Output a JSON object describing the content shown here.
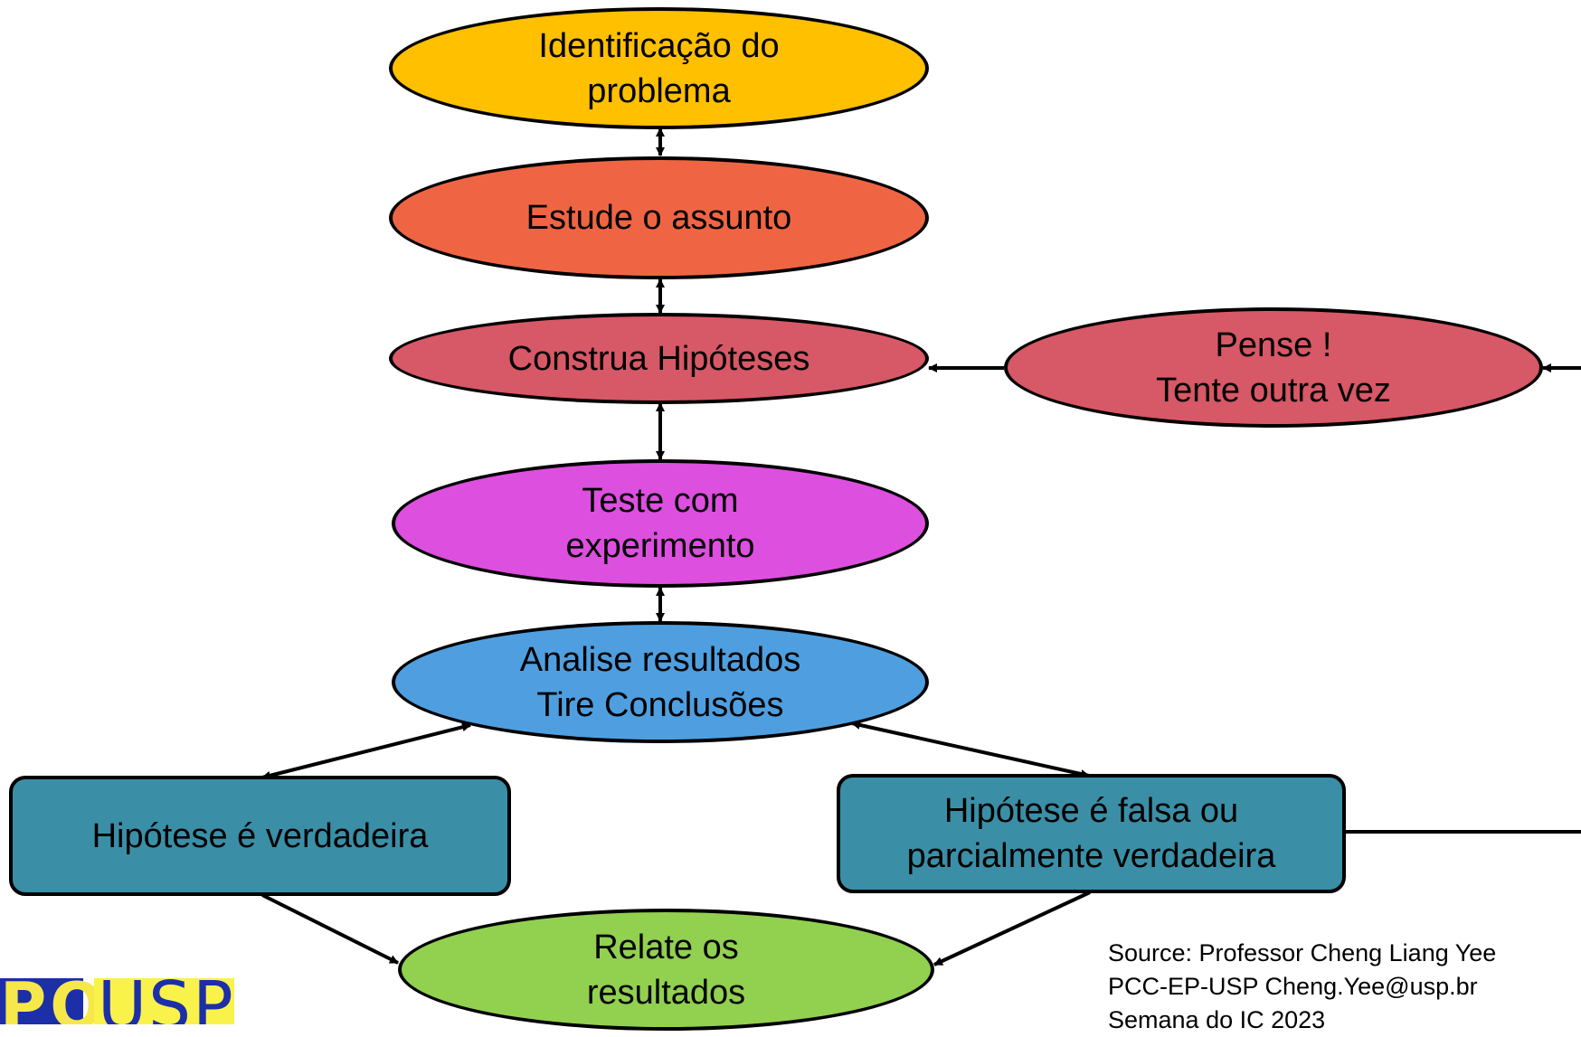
{
  "nodes": {
    "identify": {
      "line1": "Identificação do",
      "line2": "problema",
      "color": "#ffc000"
    },
    "study": {
      "line1": "Estude o assunto",
      "color": "#ef6543"
    },
    "hypotheses": {
      "line1": "Construa Hipóteses",
      "color": "#d75866"
    },
    "think": {
      "line1": "Pense !",
      "line2": "Tente outra vez",
      "color": "#d75866"
    },
    "test": {
      "line1": "Teste com",
      "line2": "experimento",
      "color": "#dd4fdf"
    },
    "analyze": {
      "line1": "Analise resultados",
      "line2": "Tire Conclusões",
      "color": "#4f9fe0"
    },
    "true": {
      "line1": "Hipótese é verdadeira",
      "color": "#3a8fa7"
    },
    "false": {
      "line1": "Hipótese é falsa ou",
      "line2": "parcialmente verdadeira",
      "color": "#3a8fa7"
    },
    "report": {
      "line1": "Relate os",
      "line2": "resultados",
      "color": "#92d050"
    }
  },
  "source": {
    "line1": "Source: Professor Cheng Liang Yee",
    "line2": "PCC-EP-USP Cheng.Yee@usp.br",
    "line3": "Semana do IC 2023"
  },
  "logo": {
    "part_a": "POLI",
    "part_b": "USP"
  }
}
